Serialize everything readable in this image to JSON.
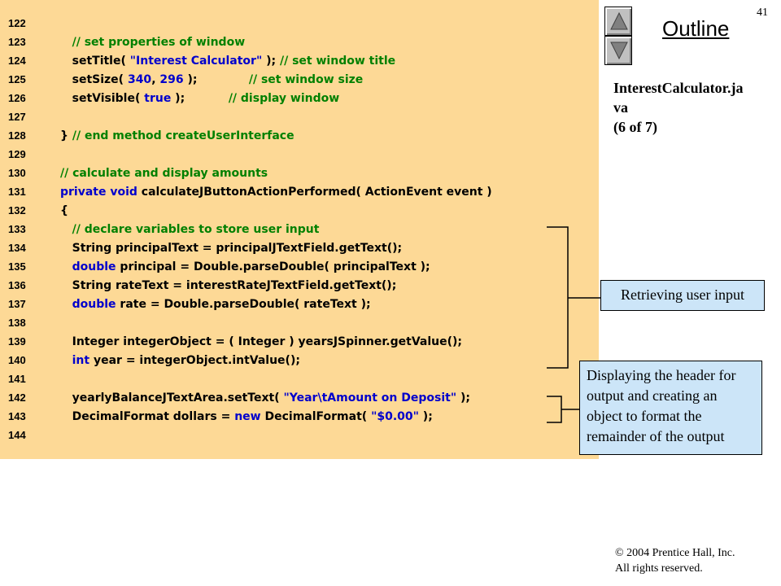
{
  "slide": {
    "number": "41",
    "outline_label": "Outline",
    "file_title": "InterestCalculator.java",
    "file_title_line1": "InterestCalculator.ja",
    "file_title_line2": "va",
    "file_title_line3": "(6 of 7)",
    "footer_line1": "© 2004 Prentice Hall, Inc.",
    "footer_line2": "All rights reserved."
  },
  "nav": {
    "up_icon": "triangle-up-icon",
    "down_icon": "triangle-down-icon"
  },
  "callouts": {
    "retrieving": "Retrieving user input",
    "displaying": "Displaying the header for output and creating an object to format the remainder of the output"
  },
  "colors": {
    "code_background": "#fdd996",
    "comment": "#008000",
    "keyword": "#0000cc",
    "callout_background": "#cce5f8"
  },
  "code_lines": [
    {
      "num": "122",
      "segments": []
    },
    {
      "num": "123",
      "segments": [
        {
          "t": "cm",
          "s": "   // set properties of window"
        }
      ]
    },
    {
      "num": "124",
      "segments": [
        {
          "t": "tx",
          "s": "   setTitle( "
        },
        {
          "t": "st",
          "s": "\"Interest Calculator\""
        },
        {
          "t": "tx",
          "s": " ); "
        },
        {
          "t": "cm",
          "s": "// set window title"
        }
      ]
    },
    {
      "num": "125",
      "segments": [
        {
          "t": "tx",
          "s": "   setSize( "
        },
        {
          "t": "kw",
          "s": "340"
        },
        {
          "t": "tx",
          "s": ", "
        },
        {
          "t": "kw",
          "s": "296"
        },
        {
          "t": "tx",
          "s": " );             "
        },
        {
          "t": "cm",
          "s": "// set window size"
        }
      ]
    },
    {
      "num": "126",
      "segments": [
        {
          "t": "tx",
          "s": "   setVisible( "
        },
        {
          "t": "kw",
          "s": "true"
        },
        {
          "t": "tx",
          "s": " );           "
        },
        {
          "t": "cm",
          "s": "// display window"
        }
      ]
    },
    {
      "num": "127",
      "segments": []
    },
    {
      "num": "128",
      "segments": [
        {
          "t": "tx",
          "s": "} "
        },
        {
          "t": "cm",
          "s": "// end method createUserInterface"
        }
      ]
    },
    {
      "num": "129",
      "segments": []
    },
    {
      "num": "130",
      "segments": [
        {
          "t": "cm",
          "s": "// calculate and display amounts"
        }
      ]
    },
    {
      "num": "131",
      "segments": [
        {
          "t": "kw",
          "s": "private void"
        },
        {
          "t": "tx",
          "s": " calculateJButtonActionPerformed( ActionEvent event )"
        }
      ]
    },
    {
      "num": "132",
      "segments": [
        {
          "t": "tx",
          "s": "{"
        }
      ]
    },
    {
      "num": "133",
      "segments": [
        {
          "t": "cm",
          "s": "   // declare variables to store user input"
        }
      ]
    },
    {
      "num": "134",
      "segments": [
        {
          "t": "tx",
          "s": "   String principalText = principalJTextField.getText();"
        }
      ]
    },
    {
      "num": "135",
      "segments": [
        {
          "t": "kw",
          "s": "   double"
        },
        {
          "t": "tx",
          "s": " principal = Double.parseDouble( principalText );"
        }
      ]
    },
    {
      "num": "136",
      "segments": [
        {
          "t": "tx",
          "s": "   String rateText = interestRateJTextField.getText();"
        }
      ]
    },
    {
      "num": "137",
      "segments": [
        {
          "t": "kw",
          "s": "   double"
        },
        {
          "t": "tx",
          "s": " rate = Double.parseDouble( rateText );"
        }
      ]
    },
    {
      "num": "138",
      "segments": []
    },
    {
      "num": "139",
      "segments": [
        {
          "t": "tx",
          "s": "   Integer integerObject = ( Integer ) yearsJSpinner.getValue();"
        }
      ]
    },
    {
      "num": "140",
      "segments": [
        {
          "t": "kw",
          "s": "   int"
        },
        {
          "t": "tx",
          "s": " year = integerObject.intValue();"
        }
      ]
    },
    {
      "num": "141",
      "segments": []
    },
    {
      "num": "142",
      "segments": [
        {
          "t": "tx",
          "s": "   yearlyBalanceJTextArea.setText( "
        },
        {
          "t": "st",
          "s": "\"Year\\tAmount on Deposit\""
        },
        {
          "t": "tx",
          "s": " );"
        }
      ]
    },
    {
      "num": "143",
      "segments": [
        {
          "t": "tx",
          "s": "   DecimalFormat dollars = "
        },
        {
          "t": "kw",
          "s": "new"
        },
        {
          "t": "tx",
          "s": " DecimalFormat( "
        },
        {
          "t": "st",
          "s": "\"$0.00\""
        },
        {
          "t": "tx",
          "s": " );"
        }
      ]
    },
    {
      "num": "144",
      "segments": []
    }
  ]
}
